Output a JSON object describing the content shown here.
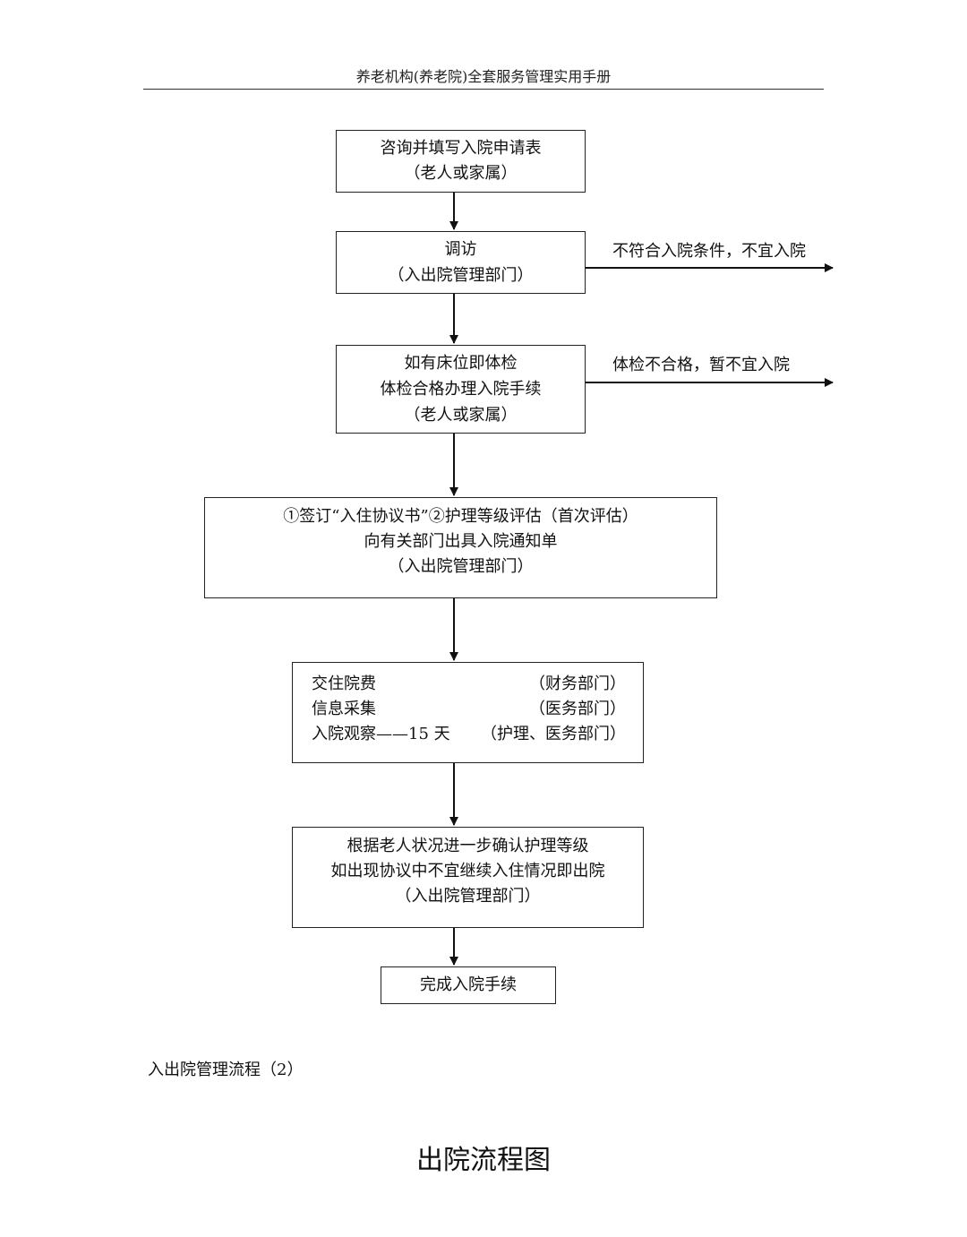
{
  "header": {
    "title": "养老机构(养老院)全套服务管理实用手册"
  },
  "flow": {
    "box1": [
      "咨询并填写入院申请表",
      "（老人或家属）"
    ],
    "box2": [
      "调访",
      "（入出院管理部门）"
    ],
    "box2_side": "不符合入院条件，不宜入院",
    "box3": [
      "如有床位即体检",
      "体检合格办理入院手续",
      "（老人或家属）"
    ],
    "box3_side": "体检不合格，暂不宜入院",
    "box4": [
      "①签订“入住协议书”②护理等级评估（首次评估）",
      "向有关部门出具入院通知单",
      "（入出院管理部门）"
    ],
    "box5": {
      "row1_left": "交住院费",
      "row1_right": "（财务部门）",
      "row2_left": "信息采集",
      "row2_right": "（医务部门）",
      "row3_left": "入院观察——15 天",
      "row3_right": "（护理、医务部门）"
    },
    "box6": [
      "根据老人状况进一步确认护理等级",
      "如出现协议中不宜继续入住情况即出院",
      "（入出院管理部门）"
    ],
    "box7": "完成入院手续"
  },
  "caption": "入出院管理流程（2）",
  "next_title": "出院流程图"
}
